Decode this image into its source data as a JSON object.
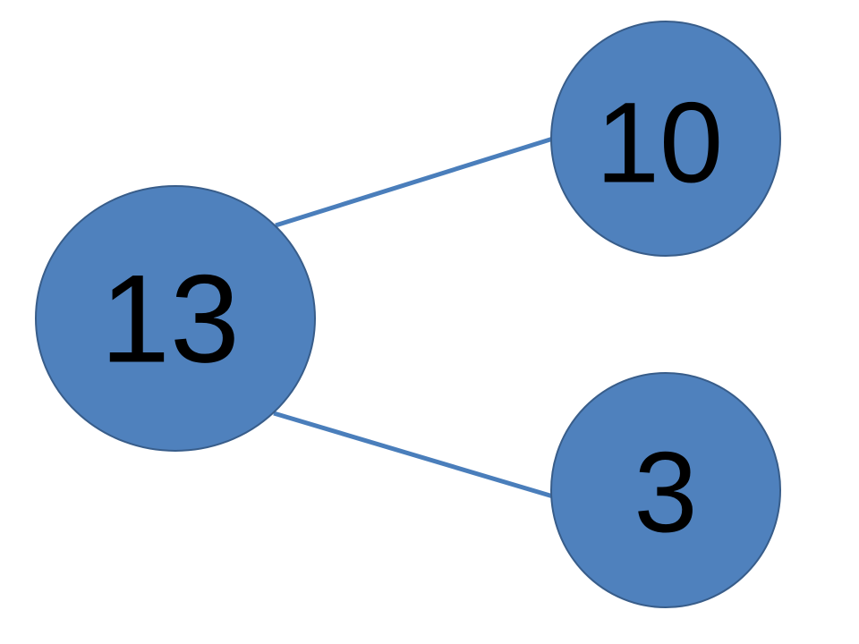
{
  "colors": {
    "background": "#ffffff",
    "node_fill": "#4F81BD",
    "node_stroke": "#385D8A",
    "edge": "#4A7EBB",
    "label": "#000000"
  },
  "nodes": [
    {
      "id": "root",
      "label": "13"
    },
    {
      "id": "upper-child",
      "label": "10"
    },
    {
      "id": "lower-child",
      "label": "3"
    }
  ],
  "edges": [
    {
      "from": "root",
      "to": "upper-child"
    },
    {
      "from": "root",
      "to": "lower-child"
    }
  ]
}
